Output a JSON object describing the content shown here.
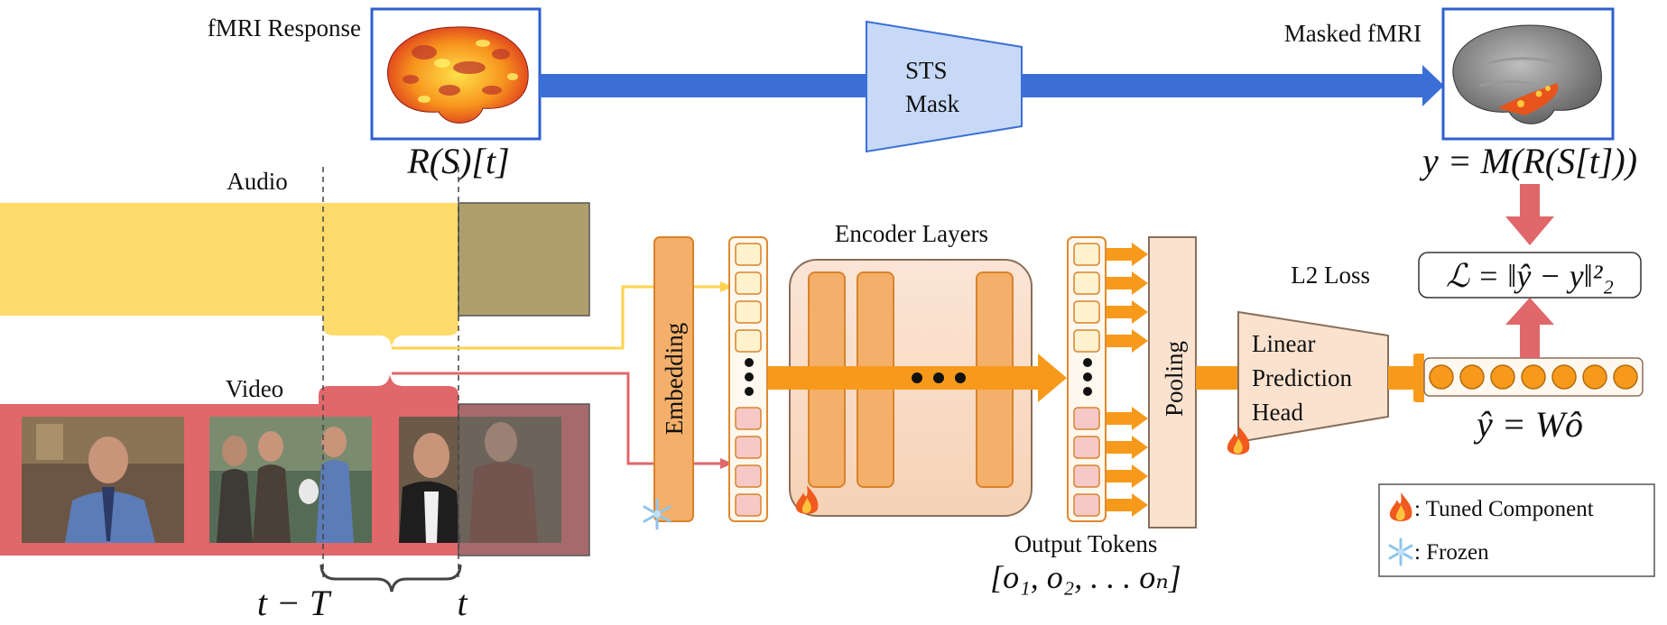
{
  "top": {
    "fmri_response_label": "fMRI Response",
    "response_formula": "R(S)[t]",
    "sts_mask_line1": "STS",
    "sts_mask_line2": "Mask",
    "masked_fmri_label": "Masked fMRI",
    "target_formula": "y = M(R(S[t]))"
  },
  "inputs": {
    "audio_label": "Audio",
    "video_label": "Video",
    "window_start": "t − T",
    "window_end": "t"
  },
  "model": {
    "embedding_label": "Embedding",
    "encoder_label": "Encoder Layers",
    "output_tokens_label": "Output Tokens",
    "output_tokens_formula": "[o₁, o₂, . . . oₙ]",
    "pooling_label": "Pooling",
    "head_line1": "Linear",
    "head_line2": "Prediction",
    "head_line3": "Head",
    "prediction_formula": "ŷ = Wô"
  },
  "loss": {
    "label": "L2 Loss",
    "formula": "ℒ = ‖ŷ − y‖²₂"
  },
  "legend": {
    "tuned_label": ": Tuned Component",
    "frozen_label": ": Frozen"
  },
  "colors": {
    "blue_arrow": "#3B6FD6",
    "mask_fill": "#C7D9F7",
    "orange": "#F79A1B",
    "block_fill": "#F4B06A",
    "block_stroke": "#D9822B",
    "audio_yellow": "#FFDB6B",
    "video_red": "#E0676A",
    "loss_arrow": "#E0676A",
    "token_top": "#FFF2CC",
    "token_bottom": "#F6C9C8"
  },
  "icons": {
    "tuned": "flame-icon",
    "frozen": "snowflake-icon"
  }
}
